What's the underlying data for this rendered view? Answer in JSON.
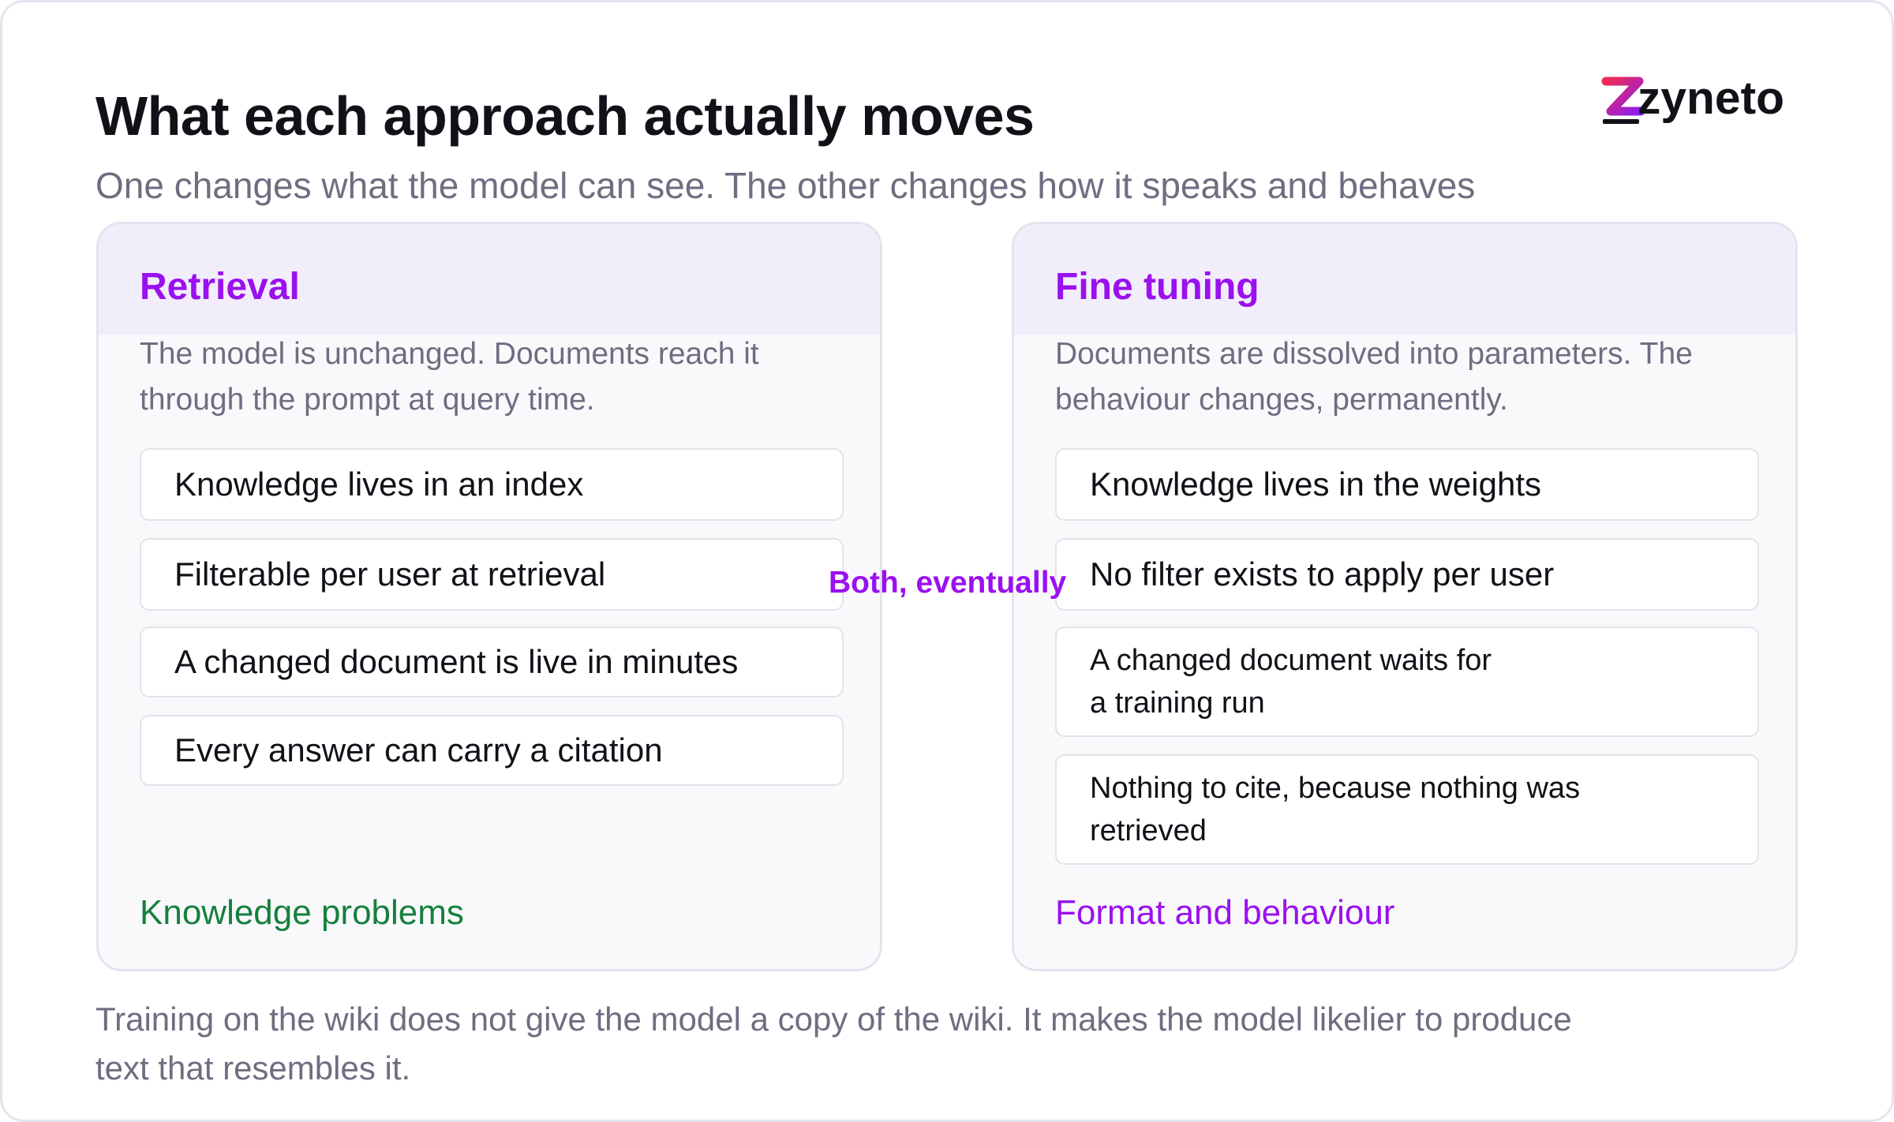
{
  "header": {
    "title": "What each approach actually moves",
    "subtitle": "One changes what the model can see. The other changes how it speaks and behaves"
  },
  "logo": {
    "text": "zyneto",
    "colors": {
      "gradient_start": "#ef2a55",
      "gradient_end": "#8b1cf0",
      "text": "#111118"
    }
  },
  "left_card": {
    "title": "Retrieval",
    "description": "The model is unchanged. Documents reach it through the prompt at query time.",
    "items": [
      "Knowledge lives in an index",
      "Filterable per user at retrieval",
      "A changed document is live in minutes",
      "Every answer can carry a citation"
    ],
    "footer": "Knowledge problems"
  },
  "right_card": {
    "title": "Fine tuning",
    "description": "Documents are dissolved into parameters. The behaviour changes, permanently.",
    "items": [
      "Knowledge lives in the weights",
      "No filter exists to apply per user",
      "A changed document waits for a training run",
      "Nothing to cite, because nothing was retrieved"
    ],
    "footer": "Format and behaviour"
  },
  "center_label": "Both, eventually",
  "footer_note": "Training on the wiki does not give the model a copy of the wiki. It makes the model likelier to produce text that resembles it.",
  "colors": {
    "accent_purple": "#9a10ee",
    "accent_green": "#15803d",
    "card_header_bg": "#f1edfa",
    "muted_text": "#6f6d80"
  }
}
